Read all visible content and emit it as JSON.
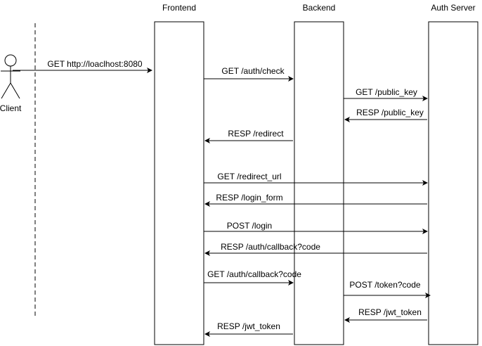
{
  "participants": {
    "client": "Client",
    "frontend": "Frontend",
    "backend": "Backend",
    "auth": "Auth Server"
  },
  "messages": [
    {
      "id": "m1",
      "label": "GET http://loaclhost:8080"
    },
    {
      "id": "m2",
      "label": "GET /auth/check"
    },
    {
      "id": "m3",
      "label": "GET /public_key"
    },
    {
      "id": "m4",
      "label": "RESP /public_key"
    },
    {
      "id": "m5",
      "label": "RESP /redirect"
    },
    {
      "id": "m6",
      "label": "GET /redirect_url"
    },
    {
      "id": "m7",
      "label": "RESP /login_form"
    },
    {
      "id": "m8",
      "label": "POST /login"
    },
    {
      "id": "m9",
      "label": "RESP /auth/callback?code"
    },
    {
      "id": "m10",
      "label": "GET /auth/callback?code"
    },
    {
      "id": "m11",
      "label": "POST /token?code"
    },
    {
      "id": "m12",
      "label": "RESP /jwt_token"
    },
    {
      "id": "m13",
      "label": "RESP /jwt_token"
    }
  ]
}
